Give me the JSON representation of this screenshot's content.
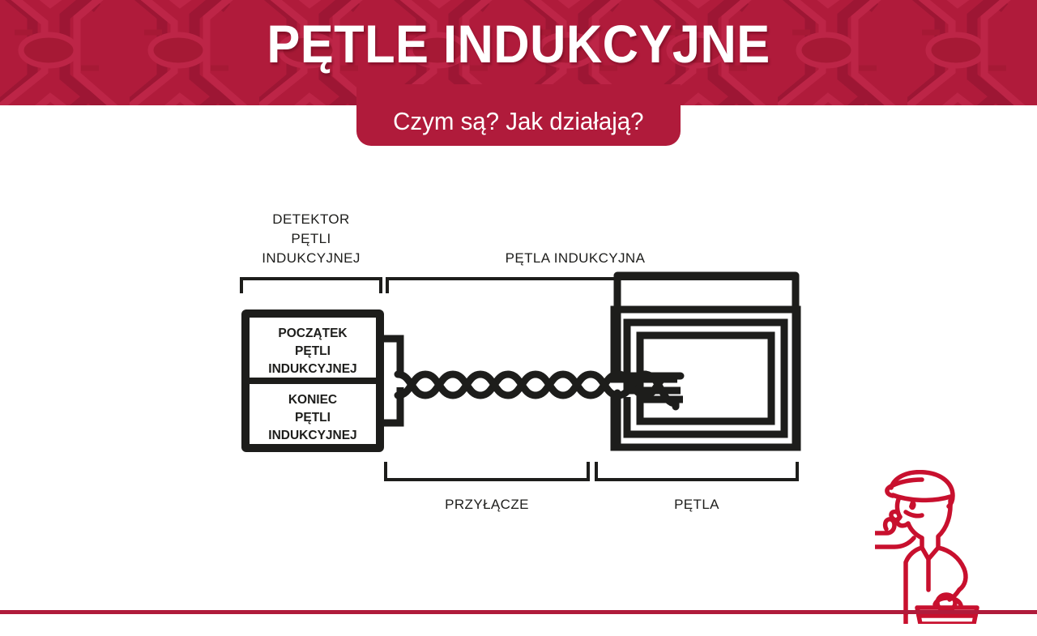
{
  "header": {
    "title": "PĘTLE INDUKCYJNE",
    "subtitle": "Czym są? Jak działają?",
    "brand_color": "#b01b3b",
    "pattern_color_dark": "#9c1634",
    "pattern_color_light": "#bb2445",
    "title_color": "#ffffff"
  },
  "diagram": {
    "type": "technical-schematic",
    "line_color": "#1d1d1b",
    "labels": {
      "detector_top": "DETEKTOR\nPĘTLI\nINDUKCYJNEJ",
      "detector_top_line1": "DETEKTOR",
      "detector_top_line2": "PĘTLI",
      "detector_top_line3": "INDUKCYJNEJ",
      "loop_top": "PĘTLA INDUKCYJNA",
      "bottom_left": "PRZYŁĄCZE",
      "bottom_right": "PĘTLA"
    },
    "detector_box": {
      "upper_terminal_line1": "POCZĄTEK",
      "upper_terminal_line2": "PĘTLI",
      "upper_terminal_line3": "INDUKCYJNEJ",
      "lower_terminal_line1": "KONIEC",
      "lower_terminal_line2": "PĘTLI",
      "lower_terminal_line3": "INDUKCYJNEJ"
    },
    "components": {
      "twisted_pair": "twisted-pair-cable",
      "loop": "induction-loop-spiral",
      "loop_turns": 3
    }
  },
  "mascot": {
    "name": "technician-mascot",
    "color": "#c8102e",
    "items": [
      "hard-hat",
      "thumbs-up",
      "toolbox"
    ]
  },
  "footer": {
    "baseline_color": "#b01b3b"
  }
}
